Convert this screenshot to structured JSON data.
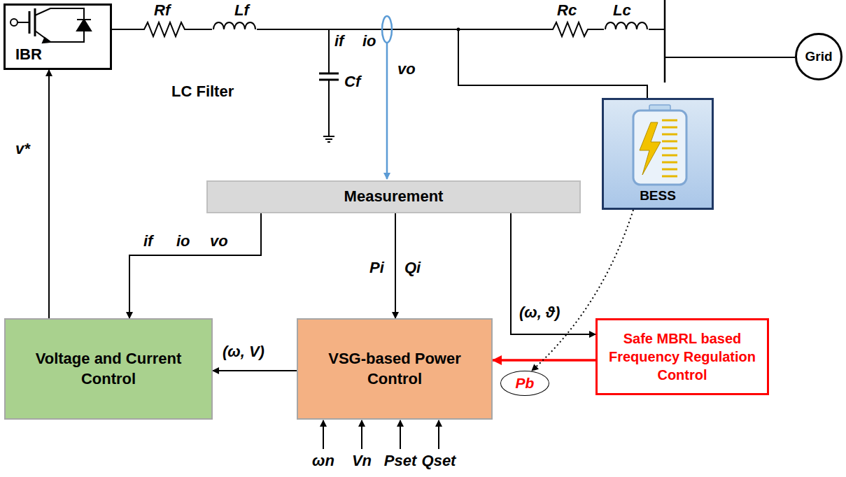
{
  "diagram": {
    "nodes": [
      {
        "text": [
          "IBR"
        ]
      },
      {
        "text": [
          "Grid"
        ]
      },
      {
        "text": [
          "Measurement"
        ]
      },
      {
        "text": [
          "BESS"
        ]
      },
      {
        "text": [
          "Voltage and Current Control"
        ]
      },
      {
        "text": [
          "VSG-based Power Control"
        ]
      },
      {
        "text": [
          "Pb"
        ]
      },
      {
        "text": [
          "Safe MBRL based Frequency Regulation Control"
        ]
      }
    ],
    "edges": [
      {
        "from": 0,
        "to": 1,
        "arrow": "none"
      },
      {
        "from": 2,
        "to": 4,
        "arrow": "to"
      },
      {
        "from": 2,
        "to": 5,
        "arrow": "to"
      },
      {
        "from": 2,
        "to": 7,
        "arrow": "to"
      },
      {
        "from": 7,
        "to": 5,
        "arrow": "to"
      },
      {
        "from": 5,
        "to": 4,
        "arrow": "to"
      },
      {
        "from": 4,
        "to": 0,
        "arrow": "to"
      },
      {
        "from": 3,
        "to": 6,
        "arrow": "to"
      }
    ],
    "labels": [
      "Rf",
      "Lf",
      "if",
      "io",
      "LC Filter",
      "Cf",
      "vo",
      "Rc",
      "Lc",
      "v*",
      "if",
      "io",
      "vo",
      "Pi",
      "Qi",
      "(ω, ϑ)",
      "(ω, V)",
      "ωn",
      "Vn",
      "Pset",
      "Qset"
    ]
  }
}
